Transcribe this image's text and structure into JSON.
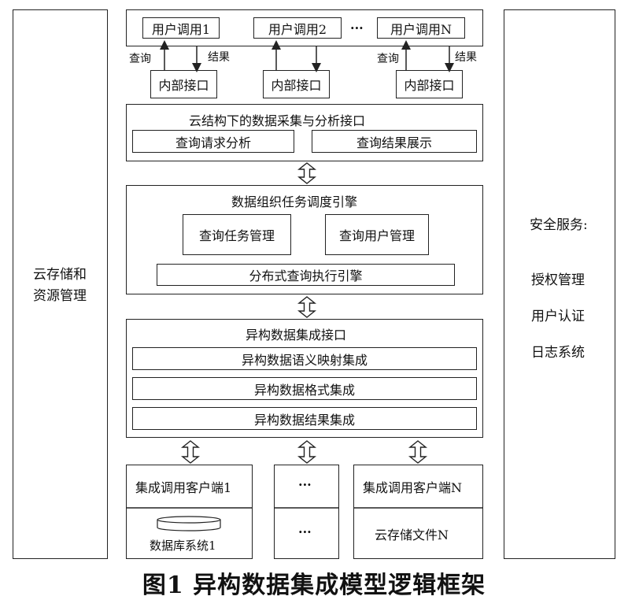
{
  "left_panel": {
    "lines": [
      "云存储和",
      "资源管理"
    ]
  },
  "right_panel": {
    "title": "安全服务:",
    "items": [
      "授权管理",
      "用户认证",
      "日志系统"
    ]
  },
  "user_calls": {
    "items": [
      "用户调用1",
      "用户调用2",
      "用户调用N"
    ],
    "ellipsis": "···"
  },
  "arrow_labels": {
    "query": "查询",
    "result": "结果"
  },
  "internal_interface": "内部接口",
  "collect_interface": {
    "title": "云结构下的数据采集与分析接口",
    "left": "查询请求分析",
    "right": "查询结果展示"
  },
  "scheduler": {
    "title": "数据组织任务调度引擎",
    "task": "查询任务管理",
    "user": "查询用户管理",
    "engine": "分布式查询执行引擎"
  },
  "hetero_interface": {
    "title": "异构数据集成接口",
    "rows": [
      "异构数据语义映射集成",
      "异构数据格式集成",
      "异构数据结果集成"
    ]
  },
  "clients": {
    "client1": "集成调用客户端1",
    "ellipsis": "···",
    "clientN": "集成调用客户端N",
    "db1": "数据库系统1",
    "storageN": "云存储文件N"
  },
  "caption": "图1  异构数据集成模型逻辑框架"
}
